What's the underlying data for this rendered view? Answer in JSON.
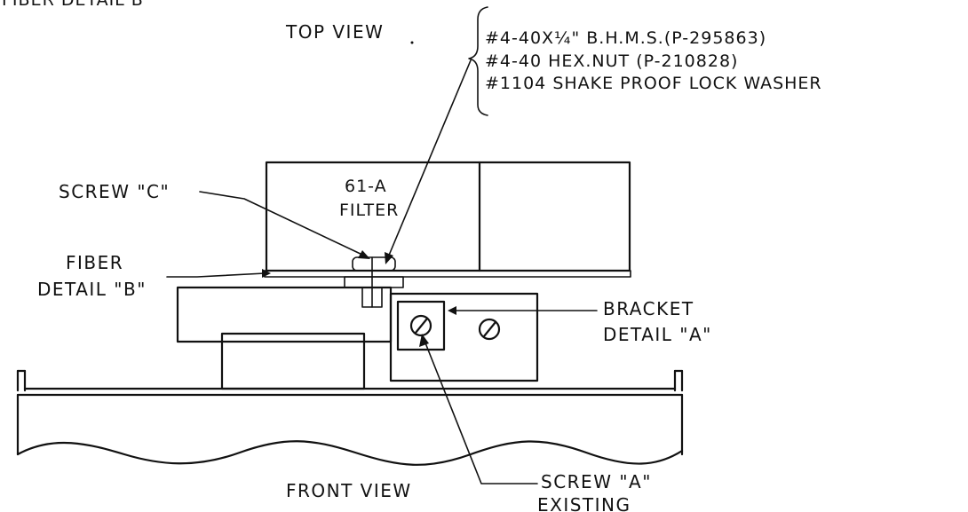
{
  "labels": {
    "header_fragment": "FIBER DETAIL B",
    "top_view": "TOP VIEW",
    "hardware_1": "#4-40X¼\" B.H.M.S.(P-295863)",
    "hardware_2": "#4-40 HEX.NUT (P-210828)",
    "hardware_3": "#1104 SHAKE PROOF LOCK WASHER",
    "screw_c": "SCREW \"C\"",
    "filter_line1": "61-A",
    "filter_line2": "FILTER",
    "fiber_line1": "FIBER",
    "fiber_line2": "DETAIL \"B\"",
    "bracket_line1": "BRACKET",
    "bracket_line2": "DETAIL \"A\"",
    "front_view": "FRONT VIEW",
    "screw_a_line1": "SCREW \"A\"",
    "screw_a_line2": "EXISTING"
  }
}
